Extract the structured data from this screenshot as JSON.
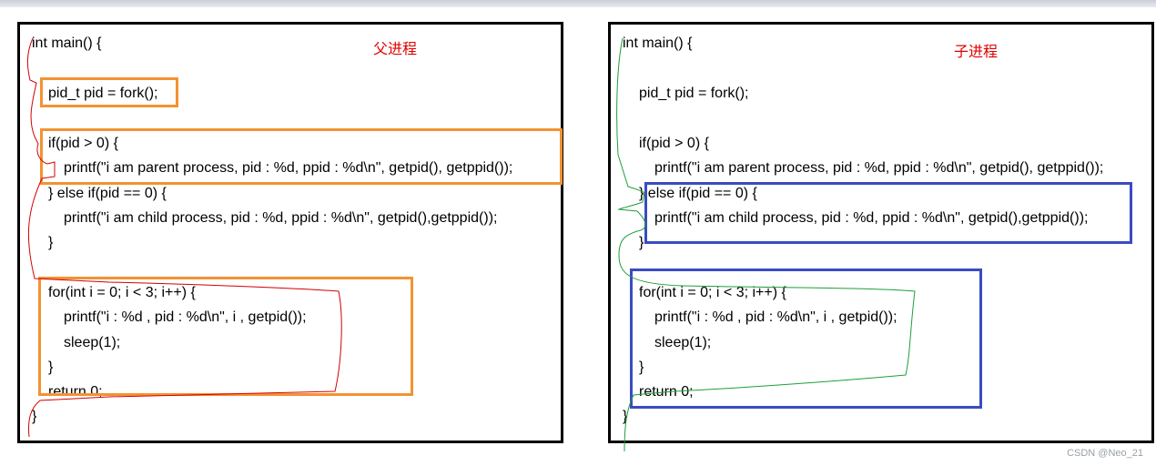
{
  "colors": {
    "highlight_box_left": "#f39232",
    "highlight_box_right": "#3a4bc2",
    "annotation_text": "#e00000",
    "trace_left": "#d40000",
    "trace_right": "#1e9e3a"
  },
  "left_panel": {
    "label": "父进程",
    "lines": [
      "int main() {",
      "pid_t pid = fork();",
      "if(pid > 0) {",
      "printf(\"i am parent process, pid : %d, ppid : %d\\n\", getpid(), getppid());",
      "} else if(pid == 0) {",
      "printf(\"i am child process, pid : %d, ppid : %d\\n\", getpid(),getppid());",
      "}",
      "for(int i = 0; i < 3; i++) {",
      "printf(\"i : %d , pid : %d\\n\", i , getpid());",
      "sleep(1);",
      "}",
      "return 0;",
      "}"
    ]
  },
  "right_panel": {
    "label": "子进程",
    "lines": [
      "int main() {",
      "pid_t pid = fork();",
      "if(pid > 0) {",
      "printf(\"i am parent process, pid : %d, ppid : %d\\n\", getpid(), getppid());",
      "} else if(pid == 0) {",
      "printf(\"i am child process, pid : %d, ppid : %d\\n\", getpid(),getppid());",
      "}",
      "for(int i = 0; i < 3; i++) {",
      "printf(\"i : %d , pid : %d\\n\", i , getpid());",
      "sleep(1);",
      "}",
      "return 0;",
      "}"
    ]
  },
  "watermark": "CSDN @Neo_21"
}
